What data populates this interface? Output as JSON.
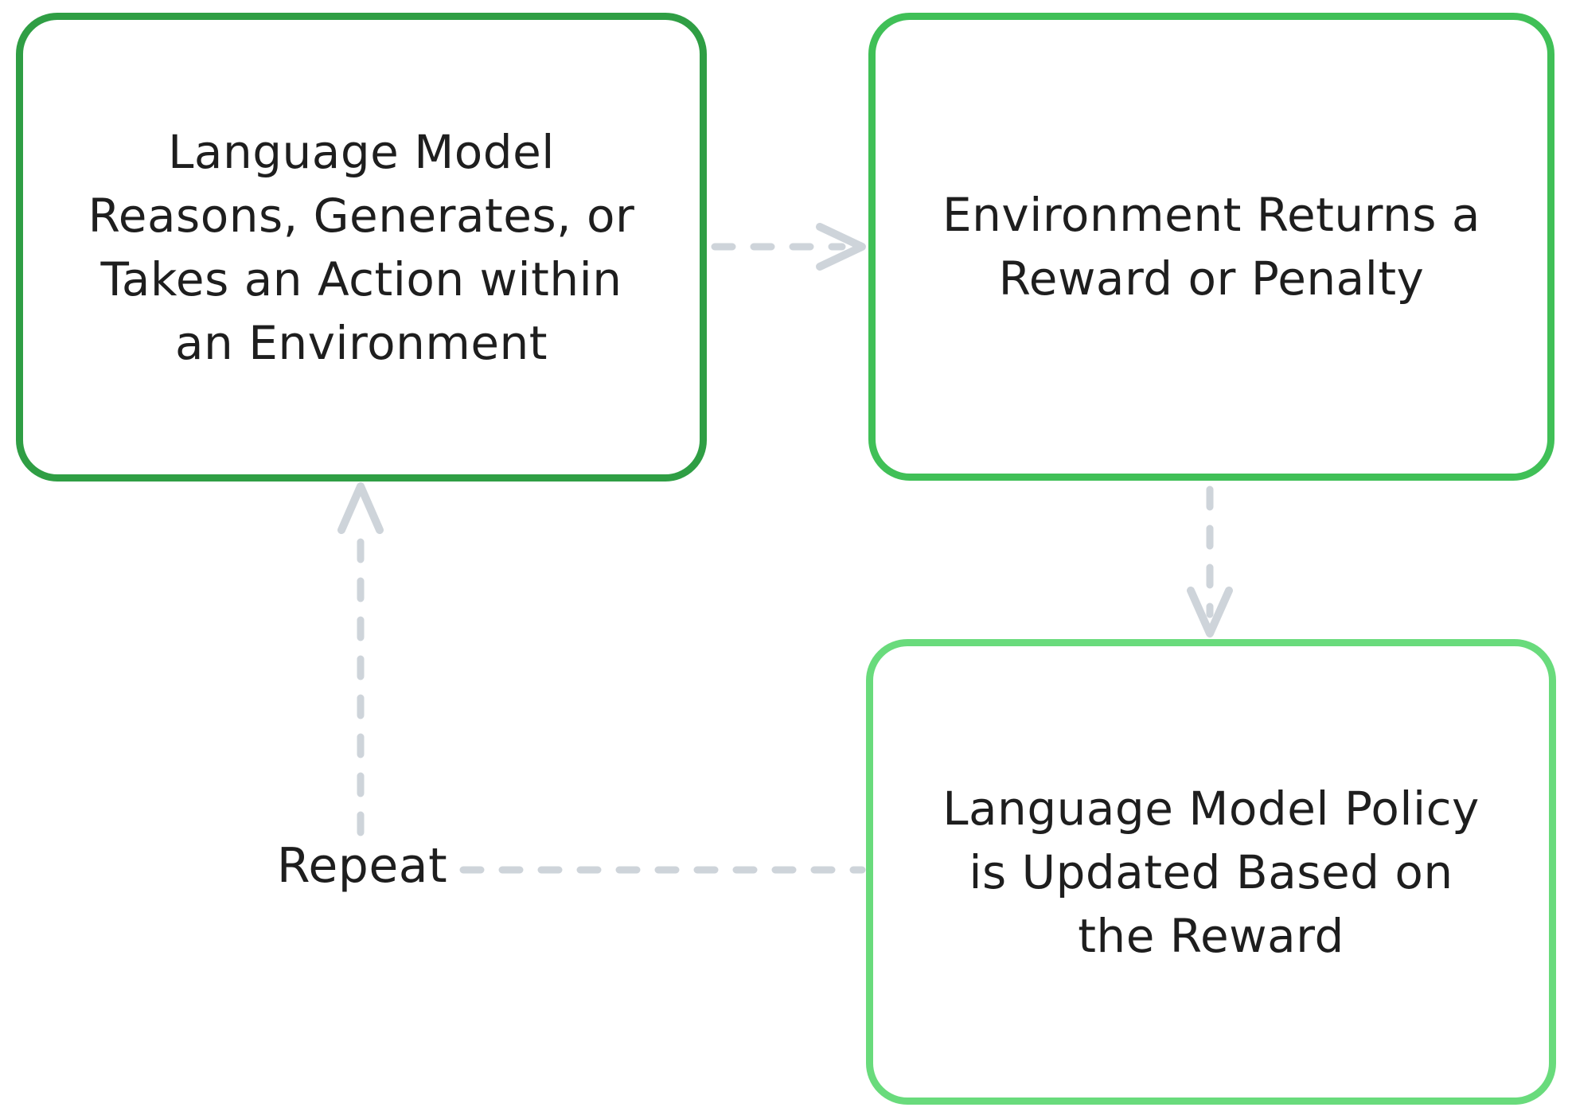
{
  "diagram": {
    "title_hint": "Reinforcement learning loop for a language model",
    "nodes": [
      {
        "id": "action",
        "border_color": "#2f9e44",
        "lines": [
          "Language Model",
          "Reasons, Generates, or",
          "Takes an Action within",
          "an Environment"
        ]
      },
      {
        "id": "reward",
        "border_color": "#40c057",
        "lines": [
          "Environment Returns a",
          "Reward or Penalty"
        ]
      },
      {
        "id": "update",
        "border_color": "#69db7c",
        "lines": [
          "Language Model Policy",
          "is Updated Based on",
          "the Reward"
        ]
      }
    ],
    "repeat_label": "Repeat",
    "connectors": [
      {
        "from": "action",
        "to": "reward",
        "style": "dashed-arrow"
      },
      {
        "from": "reward",
        "to": "update",
        "style": "dashed-arrow"
      },
      {
        "from": "update",
        "to": "repeat-label",
        "style": "dashed-line"
      },
      {
        "from": "repeat-label",
        "to": "action",
        "style": "dashed-arrow"
      }
    ],
    "colors": {
      "node_border_dark_green": "#2f9e44",
      "node_border_green": "#40c057",
      "node_border_light_green": "#69db7c",
      "connector_gray": "#ced4da",
      "text": "#1e1e1e",
      "background": "#ffffff"
    }
  }
}
